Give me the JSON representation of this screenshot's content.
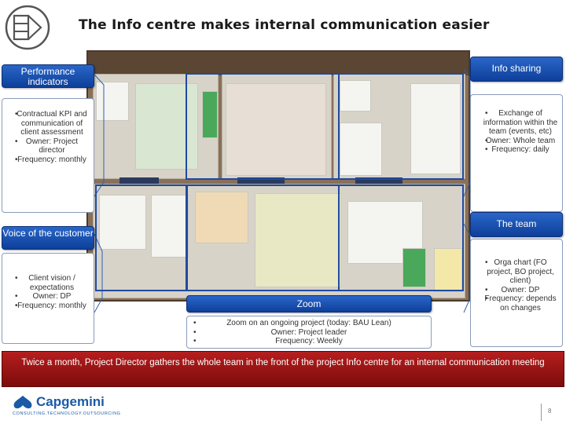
{
  "title": "The Info centre makes internal communication easier",
  "sections": {
    "performance": {
      "header": "Performance indicators",
      "bullets": [
        "Contractual KPI and communication of client assessment",
        "Owner: Project director",
        "Frequency: monthly"
      ]
    },
    "voice": {
      "header": "Voice of the customer",
      "bullets": [
        "Client vision / expectations",
        "Owner: DP",
        "Frequency: monthly"
      ]
    },
    "info_sharing": {
      "header": "Info sharing",
      "bullets": [
        "Exchange of information within the team (events, etc)",
        "Owner: Whole team",
        "Frequency: daily"
      ]
    },
    "team": {
      "header": "The team",
      "bullets": [
        "Orga chart (FO project, BO project, client)",
        "Owner: DP",
        "Frequency: depends on changes"
      ]
    },
    "zoom": {
      "header": "Zoom",
      "bullets": [
        "Zoom on an ongoing project (today: BAU Lean)",
        "Owner: Project leader",
        "Frequency: Weekly"
      ]
    }
  },
  "banner": "Twice a month, Project Director gathers the whole team in the front of the project Info centre for an internal communication meeting",
  "footer": {
    "brand": "Capgemini",
    "tagline": "CONSULTING.TECHNOLOGY.OUTSOURCING",
    "page": "8"
  },
  "colors": {
    "header_blue": "#1a52b0",
    "banner_red": "#9a1414",
    "brand_blue": "#1a5aa6"
  }
}
